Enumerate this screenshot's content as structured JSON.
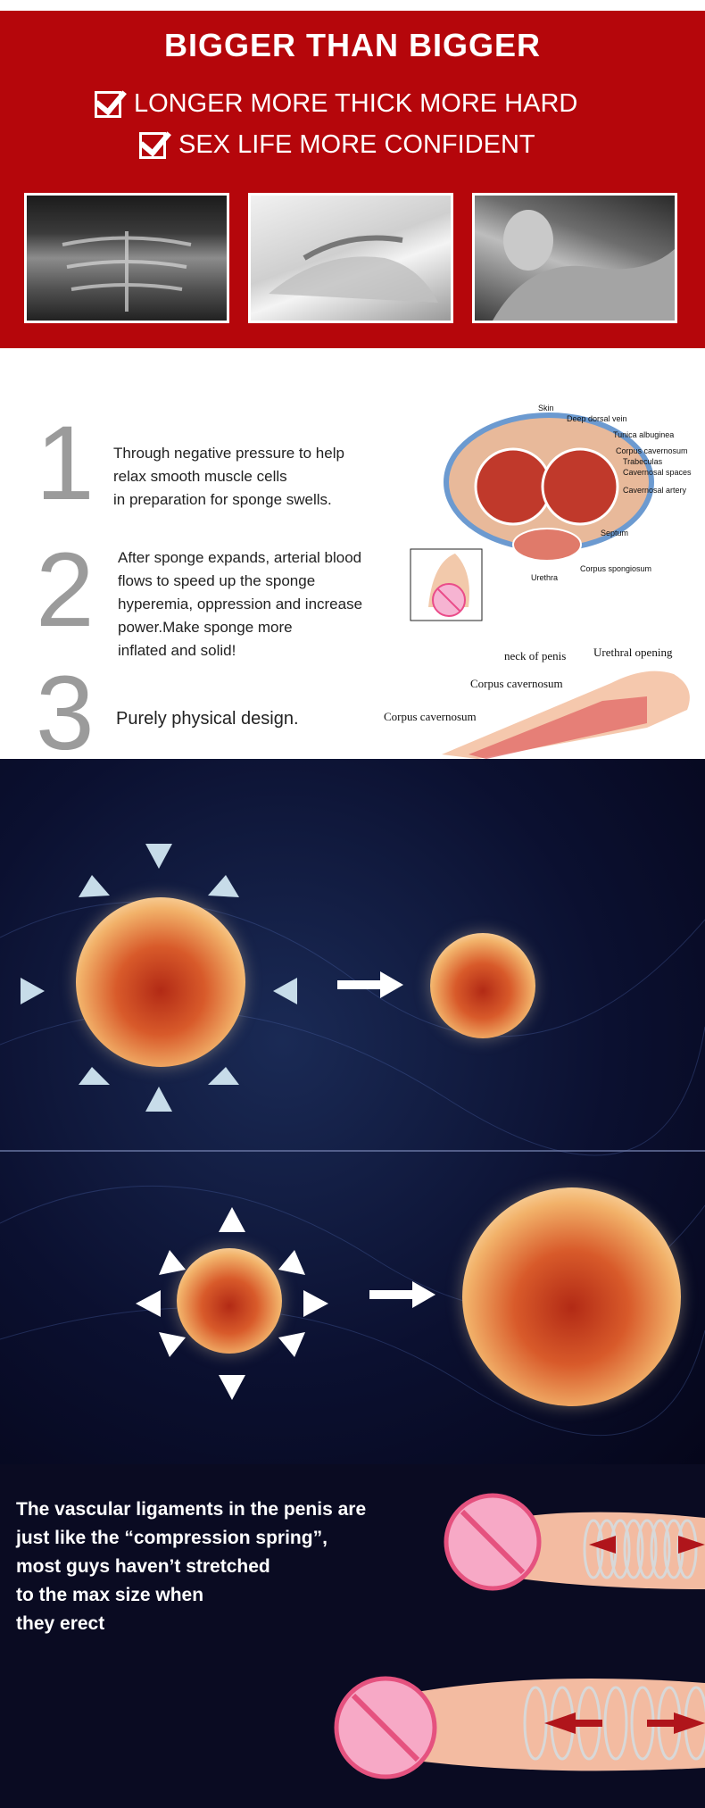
{
  "hero": {
    "title": "BIGGER THAN BIGGER",
    "lines": [
      "LONGER MORE THICK MORE HARD",
      "SEX LIFE MORE CONFIDENT"
    ],
    "photos": [
      "abs-photo",
      "hands-photo",
      "woman-photo"
    ]
  },
  "steps": [
    {
      "num": "1",
      "text": "Through negative pressure to help relax smooth muscle cells in preparation for sponge swells.",
      "lines": [
        "Through negative pressure to help",
        "relax smooth muscle cells",
        "in preparation for sponge swells."
      ]
    },
    {
      "num": "2",
      "lines": [
        "After sponge expands, arterial blood",
        "flows to speed up the sponge",
        "hyperemia, oppression and increase",
        "power.Make sponge more",
        "inflated and solid!"
      ]
    },
    {
      "num": "3",
      "lines": [
        "Purely physical design."
      ]
    }
  ],
  "anatomy": {
    "labels": [
      "Skin",
      "Deep dorsal vein",
      "Tunica albuginea",
      "Corpus cavernosum",
      "Trabeculas",
      "Cavernosal spaces",
      "Cavernosal artery",
      "Septum",
      "Corpus spongiosum",
      "Urethra"
    ],
    "labels2": [
      "neck of penis",
      "Urethral opening",
      "Corpus cavernosum",
      "Corpus cavernosum"
    ]
  },
  "spring": {
    "lines": [
      "The vascular ligaments in the penis are",
      "just like the “compression spring”,",
      "most guys haven’t stretched",
      "to the max size when",
      "they erect"
    ]
  },
  "colors": {
    "red": "#b5060b",
    "gray_number": "#9b9b9b",
    "navy": "#0a0b22"
  }
}
